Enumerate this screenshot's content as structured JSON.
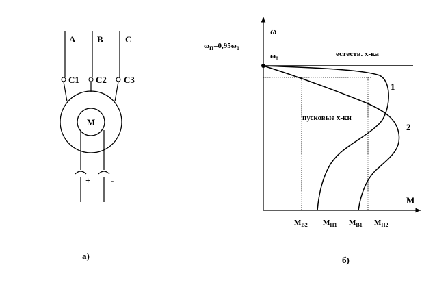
{
  "circuit": {
    "phase_labels": [
      "A",
      "B",
      "C"
    ],
    "terminal_labels": [
      "C1",
      "C2",
      "C3"
    ],
    "motor_label": "M",
    "plus": "+",
    "minus": "-",
    "caption": "а)"
  },
  "graph": {
    "y_axis_label": "ω",
    "x_axis_label": "M",
    "omega_p_main": "ω",
    "omega_p_sub": "П",
    "omega_p_rest": "=0,95ω",
    "omega_p_end_sub": "0",
    "omega0_main": "ω",
    "omega0_sub": "0",
    "natural_label": "естеств. х-ка",
    "starting_label": "пусковые х-ки",
    "curve1_label": "1",
    "curve2_label": "2",
    "ticks": [
      {
        "main": "M",
        "sub": "В2"
      },
      {
        "main": "M",
        "sub": "П1"
      },
      {
        "main": "M",
        "sub": "В1"
      },
      {
        "main": "M",
        "sub": "П2"
      }
    ],
    "caption": "б)"
  }
}
